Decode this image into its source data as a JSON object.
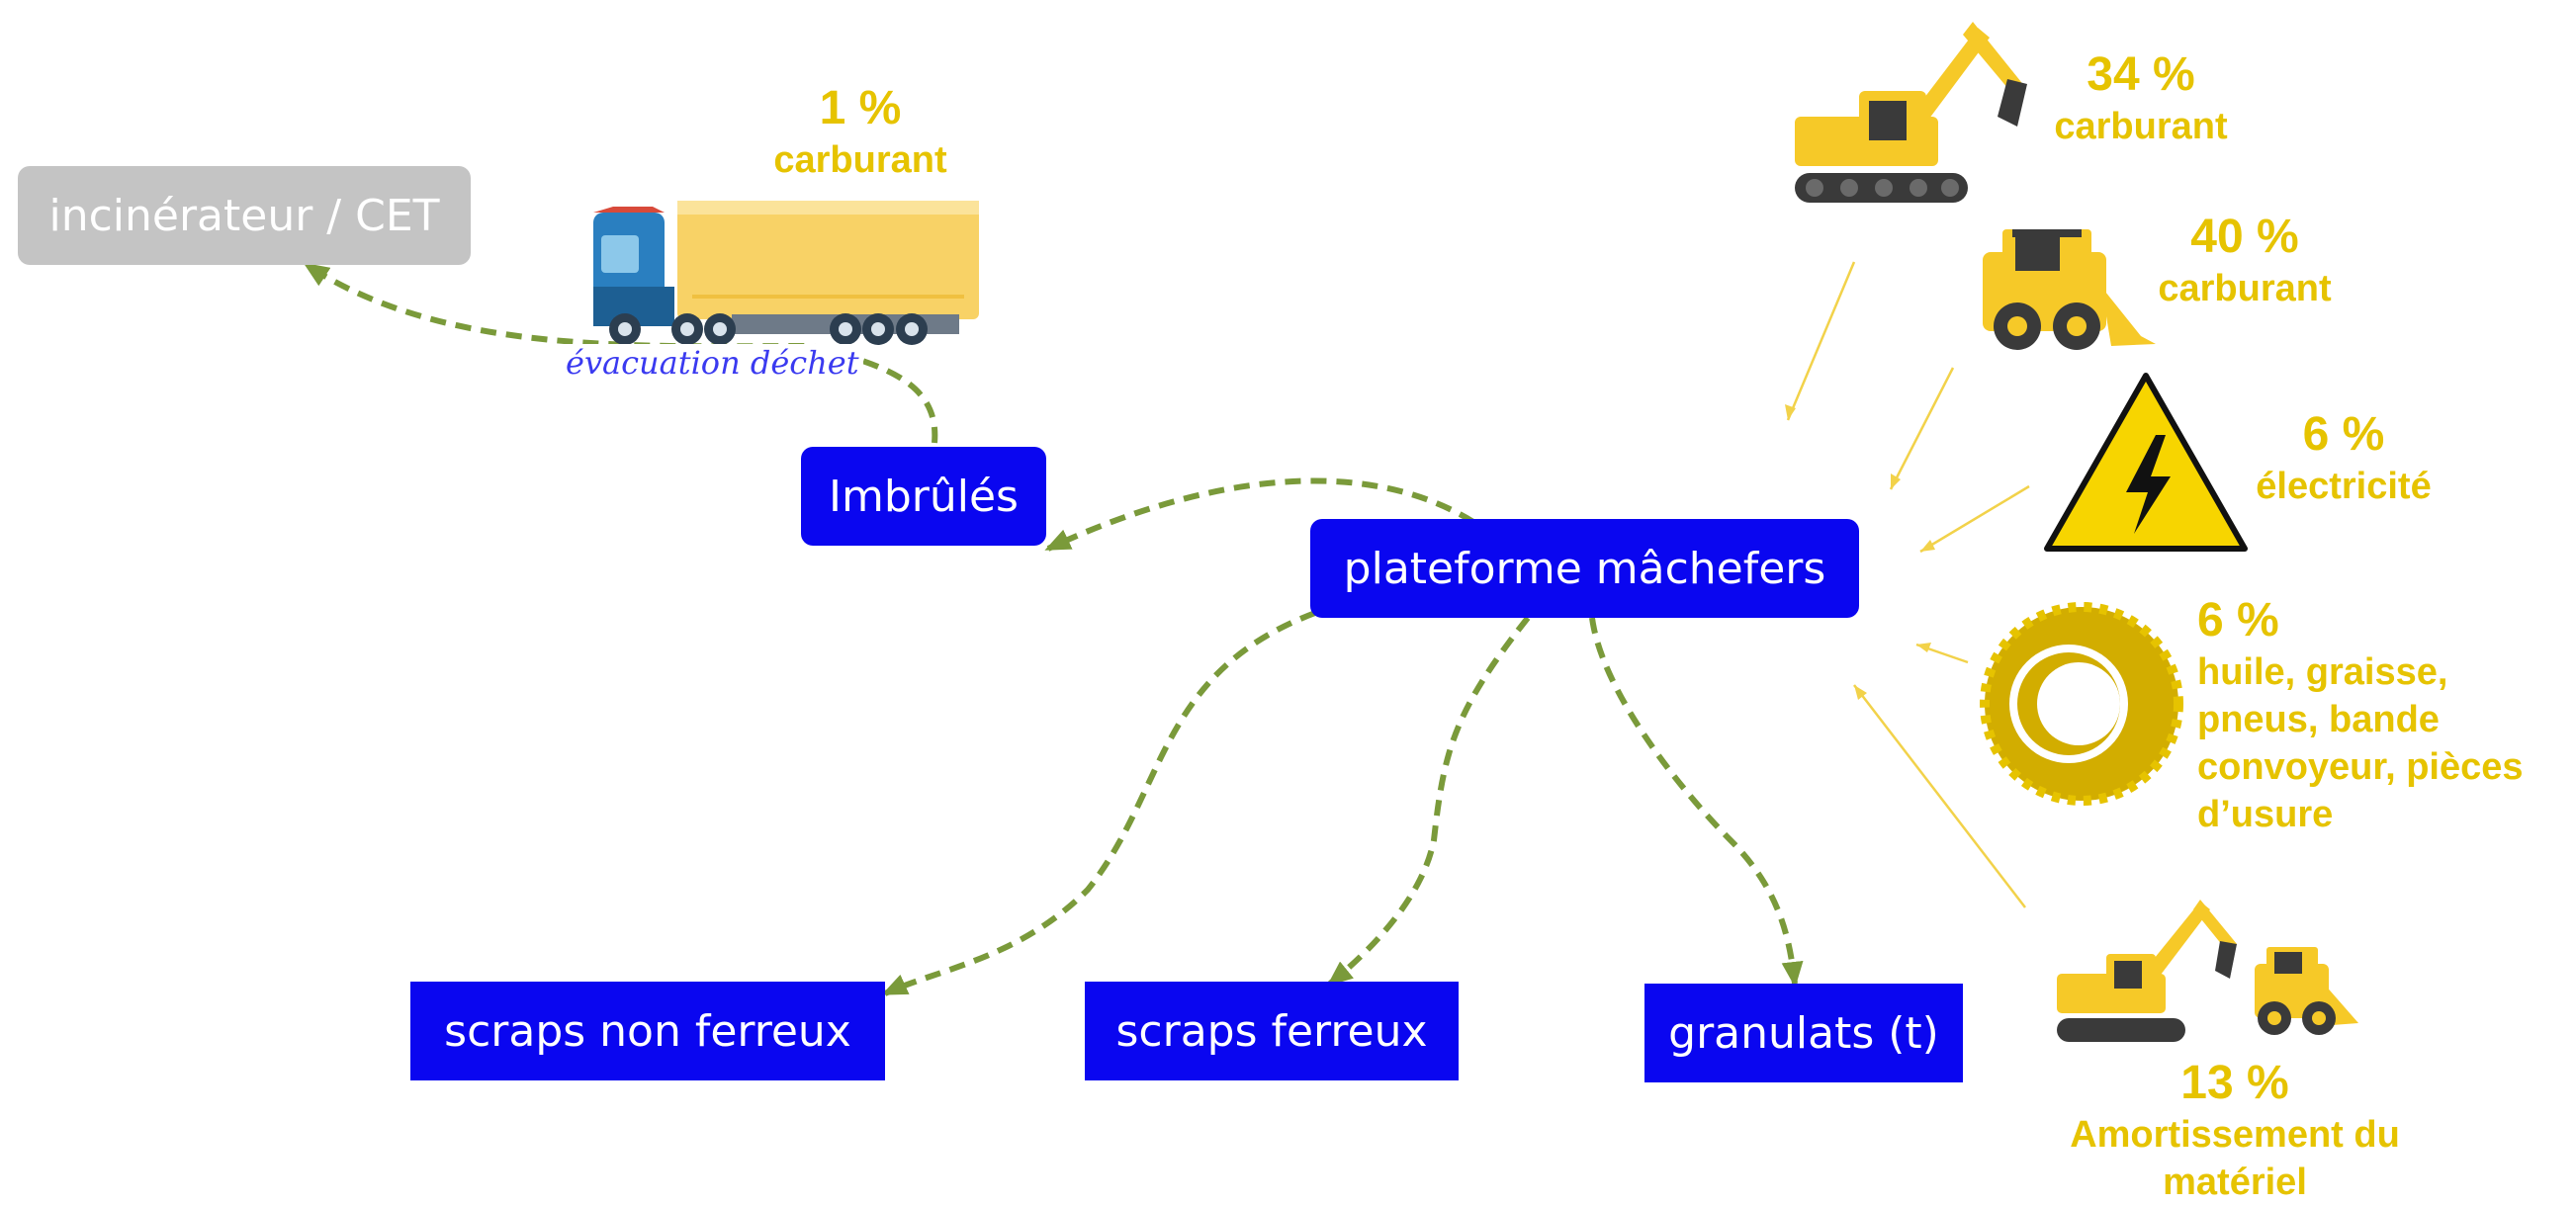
{
  "nodes": {
    "incinerator": "incinérateur / CET",
    "unburnt": "Imbrûlés",
    "platform": "plateforme mâchefers",
    "scrap_nonferrous": "scraps non ferreux",
    "scrap_ferrous": "scraps ferreux",
    "granulates": "granulats (t)"
  },
  "evacuation_label": "évacuation déchet",
  "costs": {
    "truck": {
      "pct": "1 %",
      "label": "carburant",
      "icon": "truck-icon"
    },
    "excavator": {
      "pct": "34 %",
      "label": "carburant",
      "icon": "excavator-icon"
    },
    "loader": {
      "pct": "40 %",
      "label": "carburant",
      "icon": "skid-loader-icon"
    },
    "electricity": {
      "pct": "6 %",
      "label": "électricité",
      "icon": "high-voltage-icon"
    },
    "consumables": {
      "pct": "6 %",
      "lines": [
        "huile, graisse,",
        "pneus, bande",
        "convoyeur, pièces",
        "d’usure"
      ],
      "icon": "tire-icon"
    },
    "depreciation": {
      "pct": "13 %",
      "lines": [
        "Amortissement du",
        "matériel"
      ],
      "icon": "machinery-icon"
    }
  },
  "colors": {
    "box_blue": "#0a06f0",
    "box_gray": "#c4c4c4",
    "flow_green": "#7a9a3a",
    "cost_yellow": "#e6c300",
    "machine_yellow": "#f6c928"
  }
}
